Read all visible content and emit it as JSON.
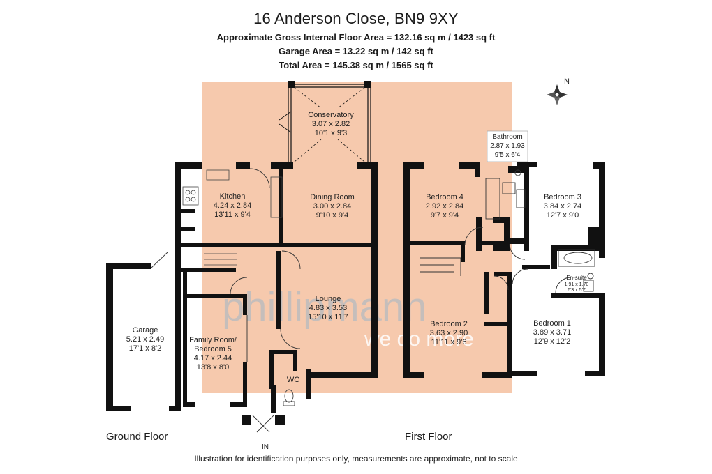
{
  "header": {
    "address": "16 Anderson Close, BN9 9XY",
    "floor_area": "Approximate Gross Internal Floor Area = 132.16 sq m / 1423 sq ft",
    "garage_area": "Garage Area = 13.22 sq m / 142 sq ft",
    "total_area": "Total Area = 145.38 sq m / 1565 sq ft"
  },
  "compass": {
    "label": "N"
  },
  "watermark": {
    "brand": "phillipmann",
    "tagline": "we do more"
  },
  "colors": {
    "highlight": "#f6c9ad",
    "walls": "#111111",
    "windows": "#ffffff"
  },
  "rooms": {
    "conservatory": {
      "name": "Conservatory",
      "metric": "3.07 x 2.82",
      "imperial": "10'1 x 9'3"
    },
    "kitchen": {
      "name": "Kitchen",
      "metric": "4.24 x 2.84",
      "imperial": "13'11 x 9'4"
    },
    "dining": {
      "name": "Dining Room",
      "metric": "3.00 x 2.84",
      "imperial": "9'10 x 9'4"
    },
    "lounge": {
      "name": "Lounge",
      "metric": "4.83 x 3.53",
      "imperial": "15'10 x 11'7"
    },
    "garage": {
      "name": "Garage",
      "metric": "5.21 x 2.49",
      "imperial": "17'1 x 8'2"
    },
    "family": {
      "name1": "Family Room/",
      "name2": "Bedroom 5",
      "metric": "4.17 x 2.44",
      "imperial": "13'8 x 8'0"
    },
    "wc": {
      "name": "WC"
    },
    "bathroom": {
      "name": "Bathroom",
      "metric": "2.87 x 1.93",
      "imperial": "9'5 x 6'4"
    },
    "bedroom4": {
      "name": "Bedroom 4",
      "metric": "2.92 x 2.84",
      "imperial": "9'7 x 9'4"
    },
    "bedroom3": {
      "name": "Bedroom 3",
      "metric": "3.84 x 2.74",
      "imperial": "12'7 x 9'0"
    },
    "ensuite": {
      "name": "En-suite",
      "metric": "1.91 x 1.70",
      "imperial": "6'3 x 5'7"
    },
    "bedroom2": {
      "name": "Bedroom 2",
      "metric": "3.63 x 2.90",
      "imperial": "11'11 x 9'6"
    },
    "bedroom1": {
      "name": "Bedroom 1",
      "metric": "3.89 x 3.71",
      "imperial": "12'9 x 12'2"
    }
  },
  "entrance_label": "IN",
  "floors": {
    "ground": "Ground Floor",
    "first": "First Floor"
  },
  "footer": "Illustration for identification purposes only, measurements are approximate, not to scale"
}
